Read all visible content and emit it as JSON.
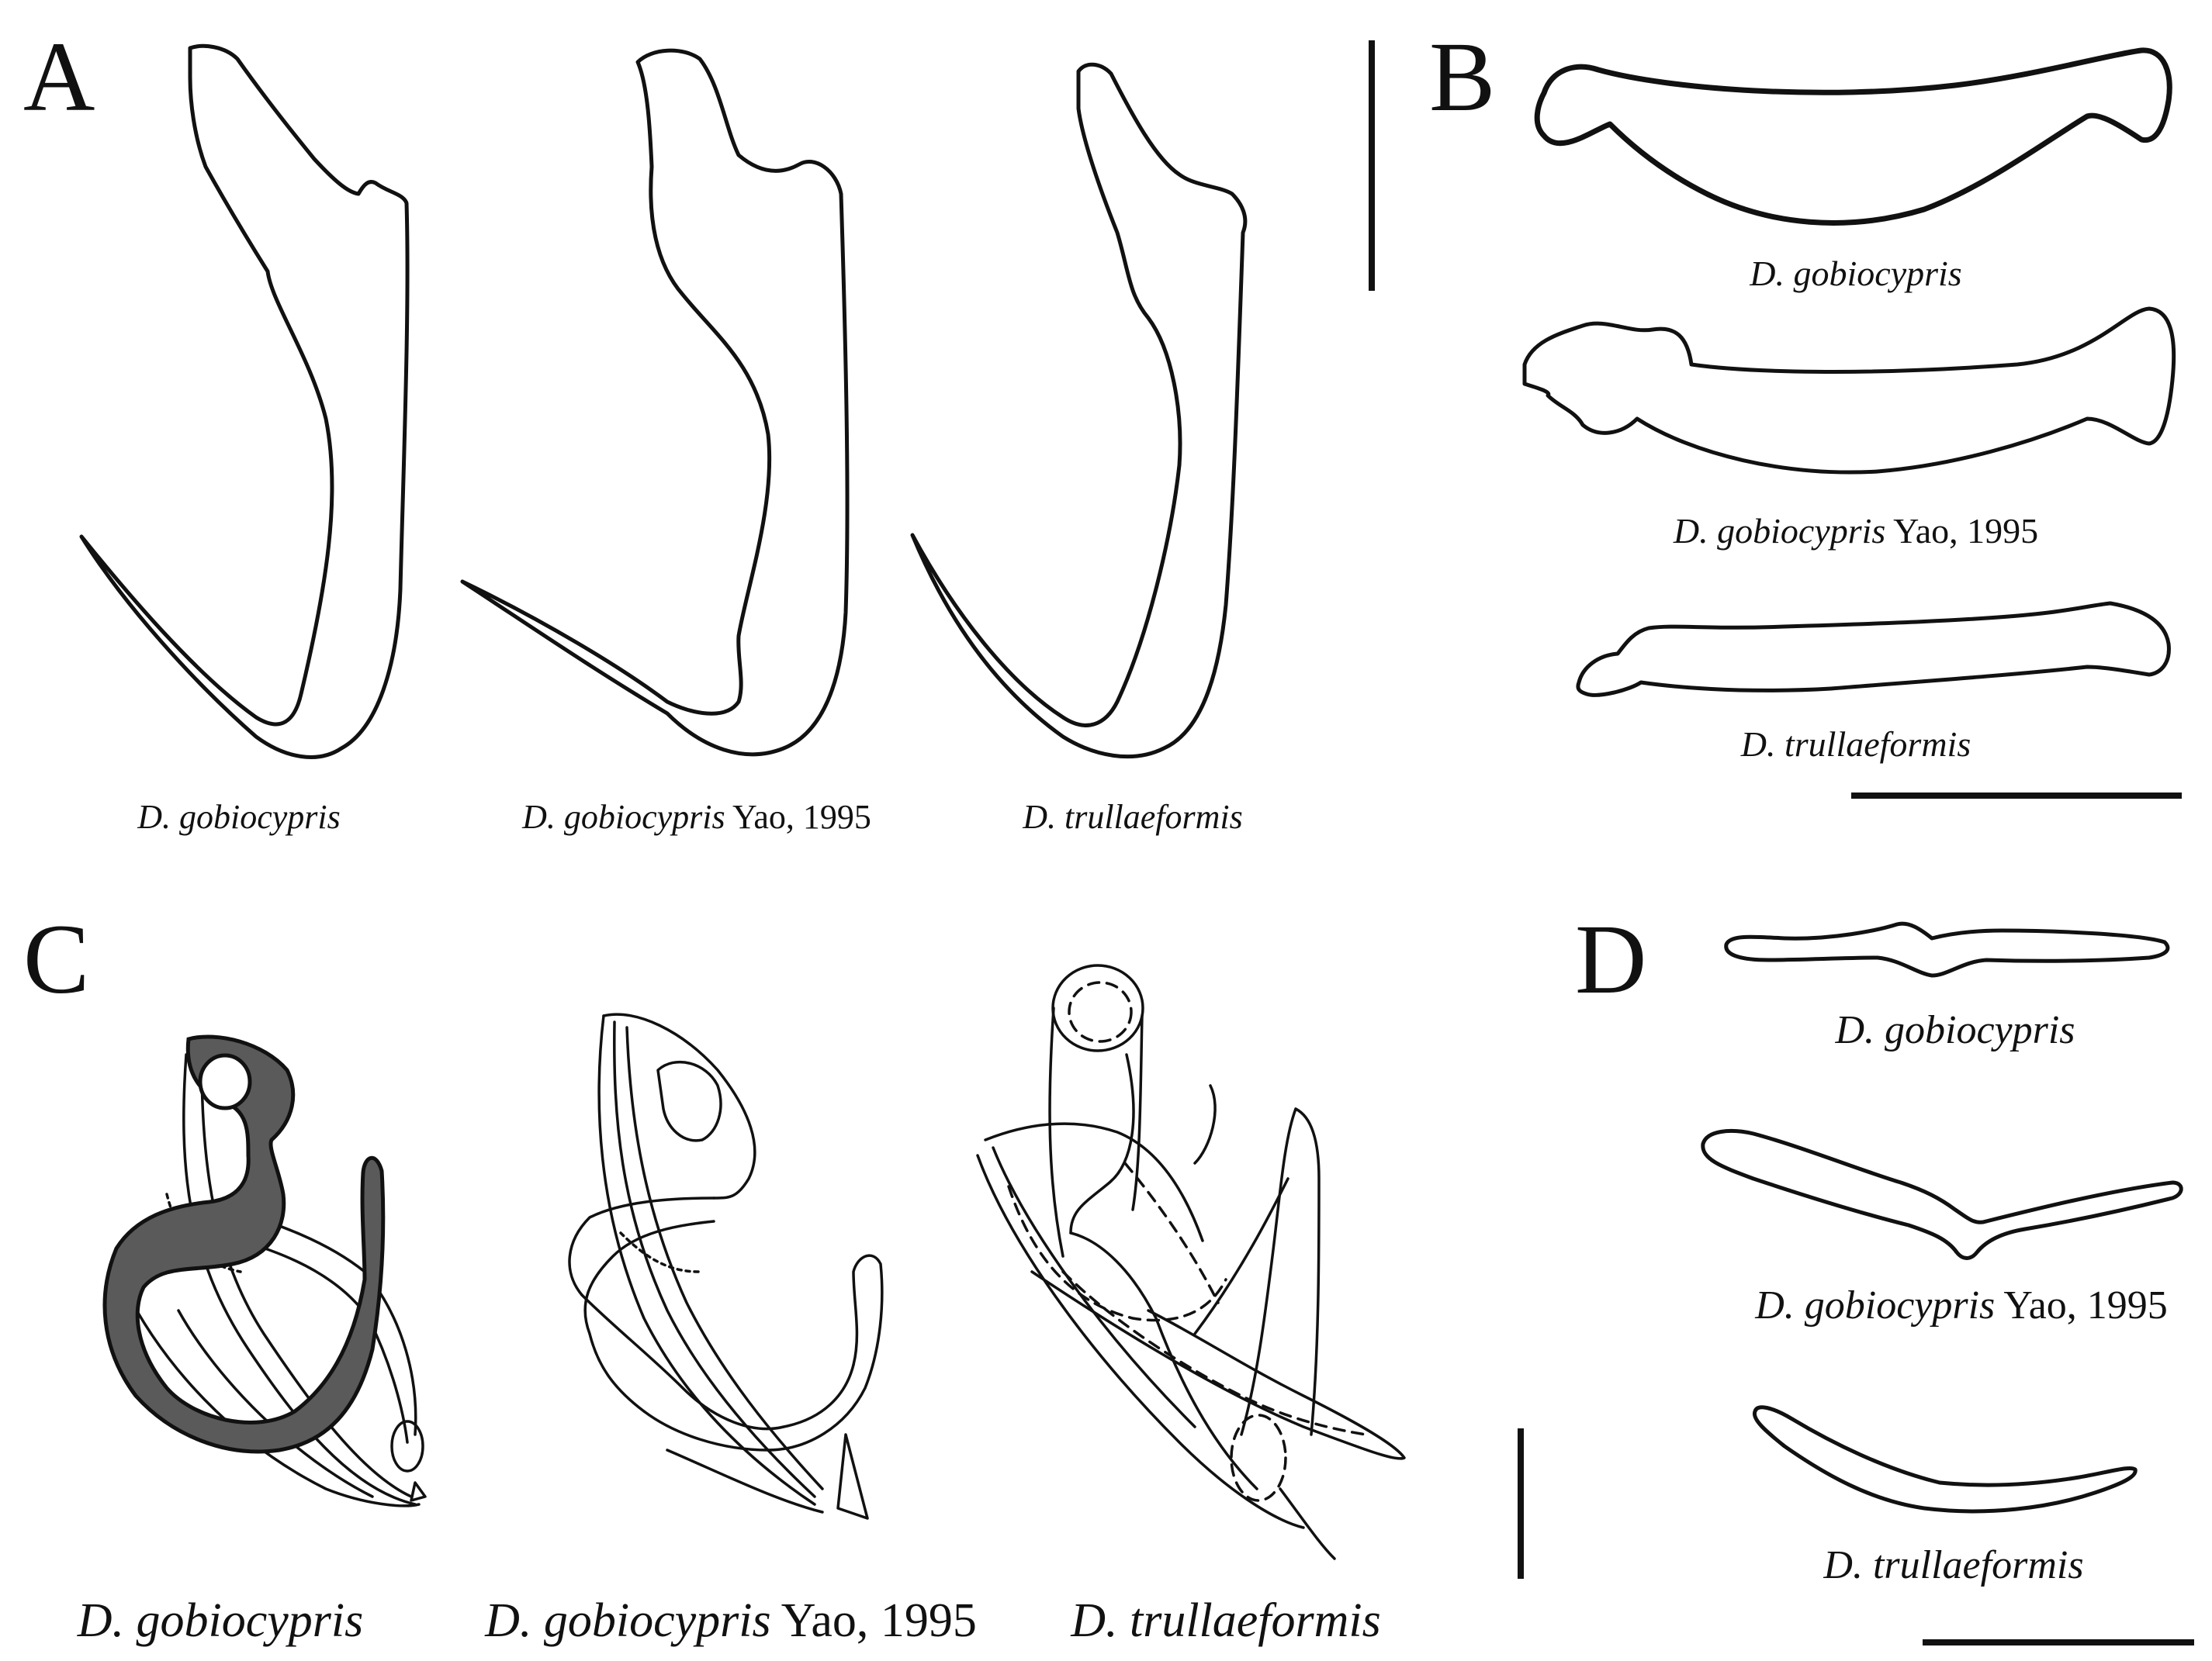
{
  "panels": {
    "A": {
      "letter": "A",
      "captions": [
        {
          "name": "D. gobiocypris",
          "suffix": ""
        },
        {
          "name": "D. gobiocypris",
          "suffix": " Yao, 1995"
        },
        {
          "name": "D. trullaeformis",
          "suffix": ""
        }
      ]
    },
    "B": {
      "letter": "B",
      "captions": [
        {
          "name": "D. gobiocypris",
          "suffix": ""
        },
        {
          "name": "D. gobiocypris",
          "suffix": " Yao, 1995"
        },
        {
          "name": "D. trullaeformis",
          "suffix": ""
        }
      ]
    },
    "C": {
      "letter": "C",
      "captions": [
        {
          "name": "D. gobiocypris",
          "suffix": ""
        },
        {
          "name": "D. gobiocypris",
          "suffix": " Yao, 1995"
        },
        {
          "name": "D. trullaeformis",
          "suffix": ""
        }
      ]
    },
    "D": {
      "letter": "D",
      "captions": [
        {
          "name": "D. gobiocypris",
          "suffix": ""
        },
        {
          "name": "D. gobiocypris",
          "suffix": " Yao, 1995"
        },
        {
          "name": "D. trullaeformis",
          "suffix": ""
        }
      ]
    }
  },
  "colors": {
    "ink": "#111111",
    "fill_dark": "#5a5a5a",
    "background": "#ffffff"
  }
}
